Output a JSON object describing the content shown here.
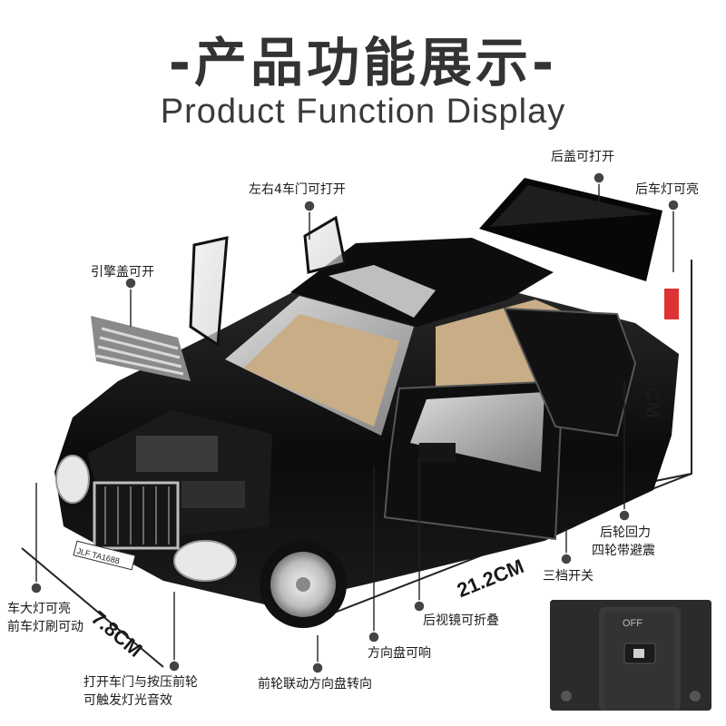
{
  "header": {
    "title_cn": "-产品功能展示-",
    "title_en": "Product Function Display"
  },
  "features": {
    "trunk": "后盖可打开",
    "rear_light": "后车灯可亮",
    "doors": "左右4车门可打开",
    "hood": "引擎盖可开",
    "head_light_1": "车大灯可亮",
    "head_light_2": "前车灯刷可动",
    "mirror": "后视镜可折叠",
    "steering_sound": "方向盘可响",
    "front_wheel": "前轮联动方向盘转向",
    "trigger_1": "打开车门与按压前轮",
    "trigger_2": "可触发灯光音效",
    "pullback_1": "后轮回力",
    "pullback_2": "四轮带避震",
    "switch": "三档开关"
  },
  "dimensions": {
    "height": "6.5CM",
    "length": "21.2CM",
    "width": "7.8CM"
  },
  "inset": {
    "switch_label": "OFF",
    "plate_text": "JLF TA1688"
  },
  "colors": {
    "car_body": "#0b0b0b",
    "interior": "#c9ad86",
    "chrome": "#d9d9d9",
    "pointer_dot": "#444444"
  }
}
